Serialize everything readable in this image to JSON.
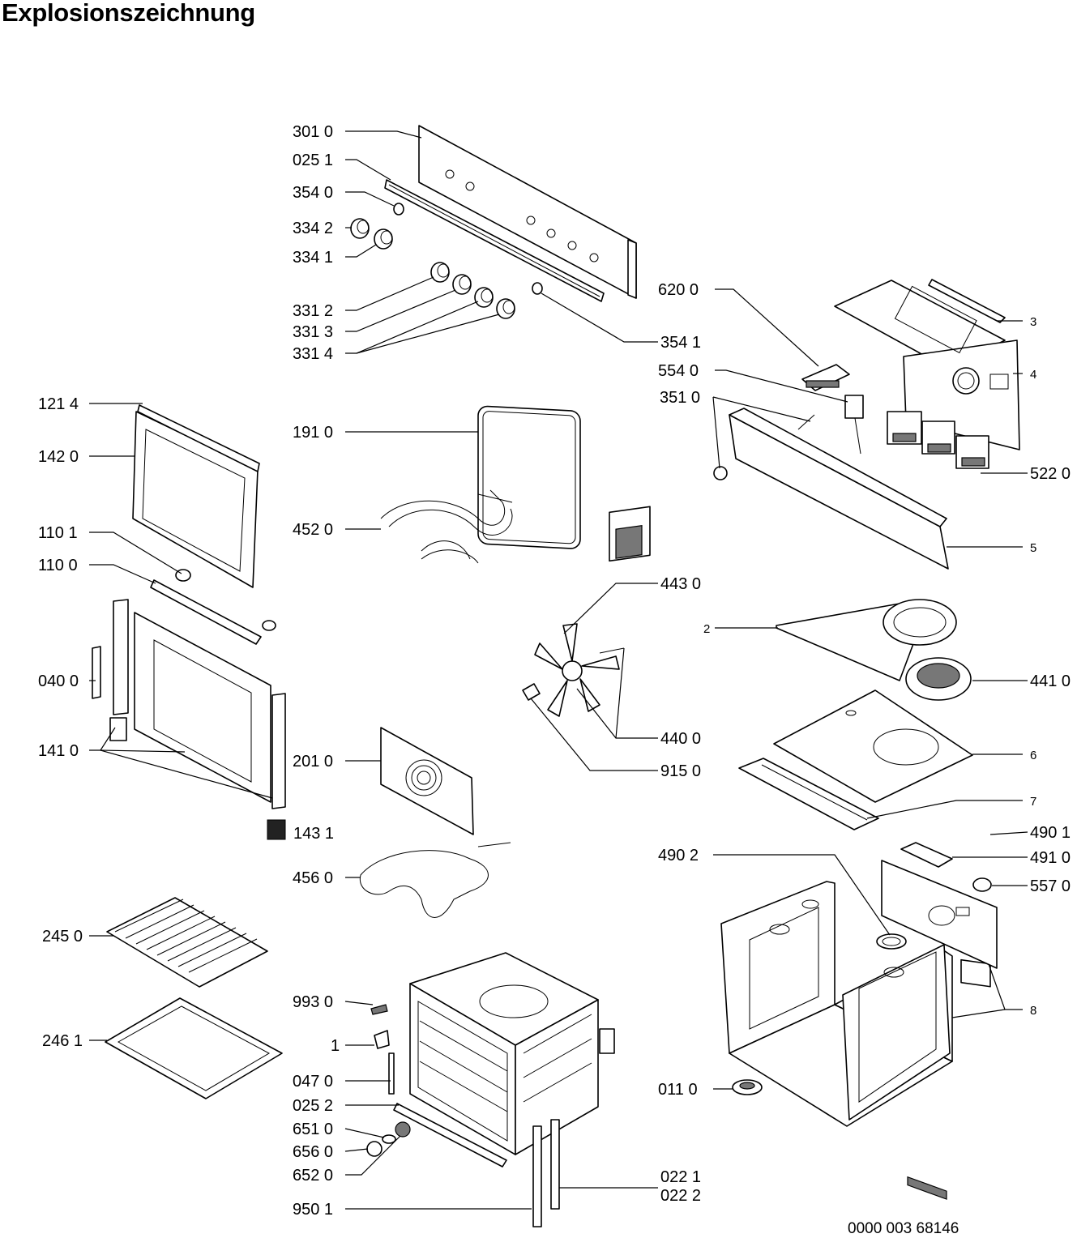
{
  "title": "Explosionszeichnung",
  "footer_code": "0000 003 68146",
  "labels": {
    "p3010": "301 0",
    "p0251": "025 1",
    "p3540": "354 0",
    "p3342": "334 2",
    "p3341": "334 1",
    "p3312": "331 2",
    "p3313": "331 3",
    "p3314": "331 4",
    "p3541": "354 1",
    "p6200": "620 0",
    "p5540": "554 0",
    "p3510": "351 0",
    "p5220": "522 0",
    "n3": "3",
    "n4": "4",
    "n5": "5",
    "p1214": "121 4",
    "p1420": "142 0",
    "p1101": "110 1",
    "p1100": "110 0",
    "p0400": "040 0",
    "p1410": "141 0",
    "p1431": "143 1",
    "p1910": "191 0",
    "p4520": "452 0",
    "p2010": "201 0",
    "p4560": "456 0",
    "p4430": "443 0",
    "p4400": "440 0",
    "p9150": "915 0",
    "n2": "2",
    "p4410": "441 0",
    "n6": "6",
    "n7": "7",
    "p4901": "490 1",
    "p4910": "491 0",
    "p4902": "490 2",
    "p5570": "557 0",
    "n8": "8",
    "p2450": "245 0",
    "p2461": "246 1",
    "p9930": "993 0",
    "n1": "1",
    "p0470": "047 0",
    "p0252": "025 2",
    "p6510": "651 0",
    "p6560": "656 0",
    "p6520": "652 0",
    "p9501": "950 1",
    "p0110": "011 0",
    "p0221": "022 1",
    "p0222": "022 2"
  }
}
